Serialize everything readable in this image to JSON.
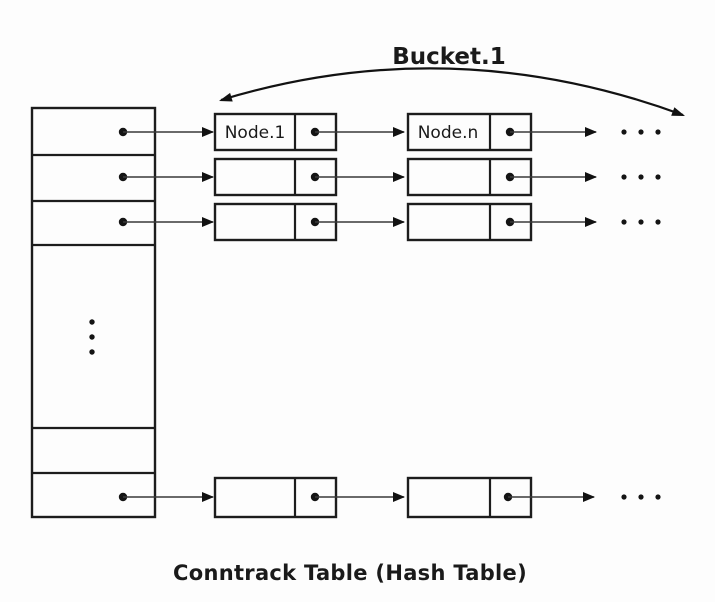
{
  "diagram": {
    "bucket_arrow_label": "Bucket.1",
    "first_node_label": "Node.1",
    "last_node_label": "Node.n",
    "caption": "Conntrack Table (Hash Table)",
    "continuation_marker": "...",
    "structure": {
      "hash_table_visible_rows": 6,
      "bucket_rows_with_nodes": 4,
      "visible_nodes_per_row": 2,
      "hash_table_has_vertical_ellipsis": true
    },
    "colors": {
      "background": "#fdfdfd",
      "line": "#1d1d1d",
      "arrow": "#3a3a3a",
      "text": "#1a1a1a"
    }
  }
}
